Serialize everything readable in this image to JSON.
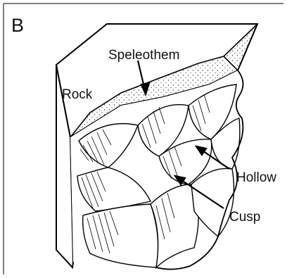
{
  "figure": {
    "panel_label": "B",
    "labels": {
      "speleothem": "Speleothem",
      "rock": "Rock",
      "hollow": "Hollow",
      "cusp": "Cusp"
    }
  }
}
